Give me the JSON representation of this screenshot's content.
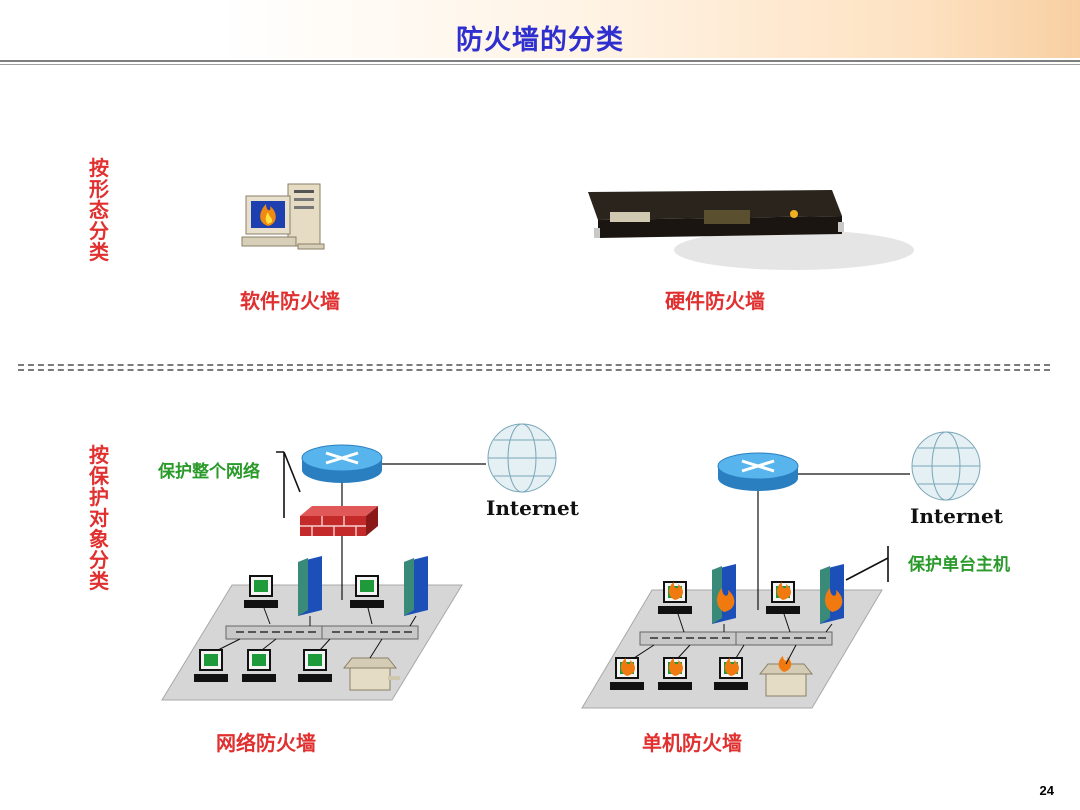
{
  "slide": {
    "title": "防火墙的分类",
    "page_number": "24"
  },
  "by_form": {
    "label": "按形态分类",
    "software_caption": "软件防火墙",
    "hardware_caption": "硬件防火墙"
  },
  "by_target": {
    "label": "按保护对象分类",
    "network_caption": "网络防火墙",
    "host_caption": "单机防火墙",
    "network_note": "保护整个网络",
    "host_note": "保护单台主机",
    "internet_label": "Internet"
  },
  "colors": {
    "title": "#2f2fd0",
    "caption": "#e03030",
    "note": "#2a9a2a",
    "router": "#3a9ad8",
    "firewall": "#c82828",
    "server": "#1c4fb8",
    "monitor": "#1f9a3a"
  }
}
